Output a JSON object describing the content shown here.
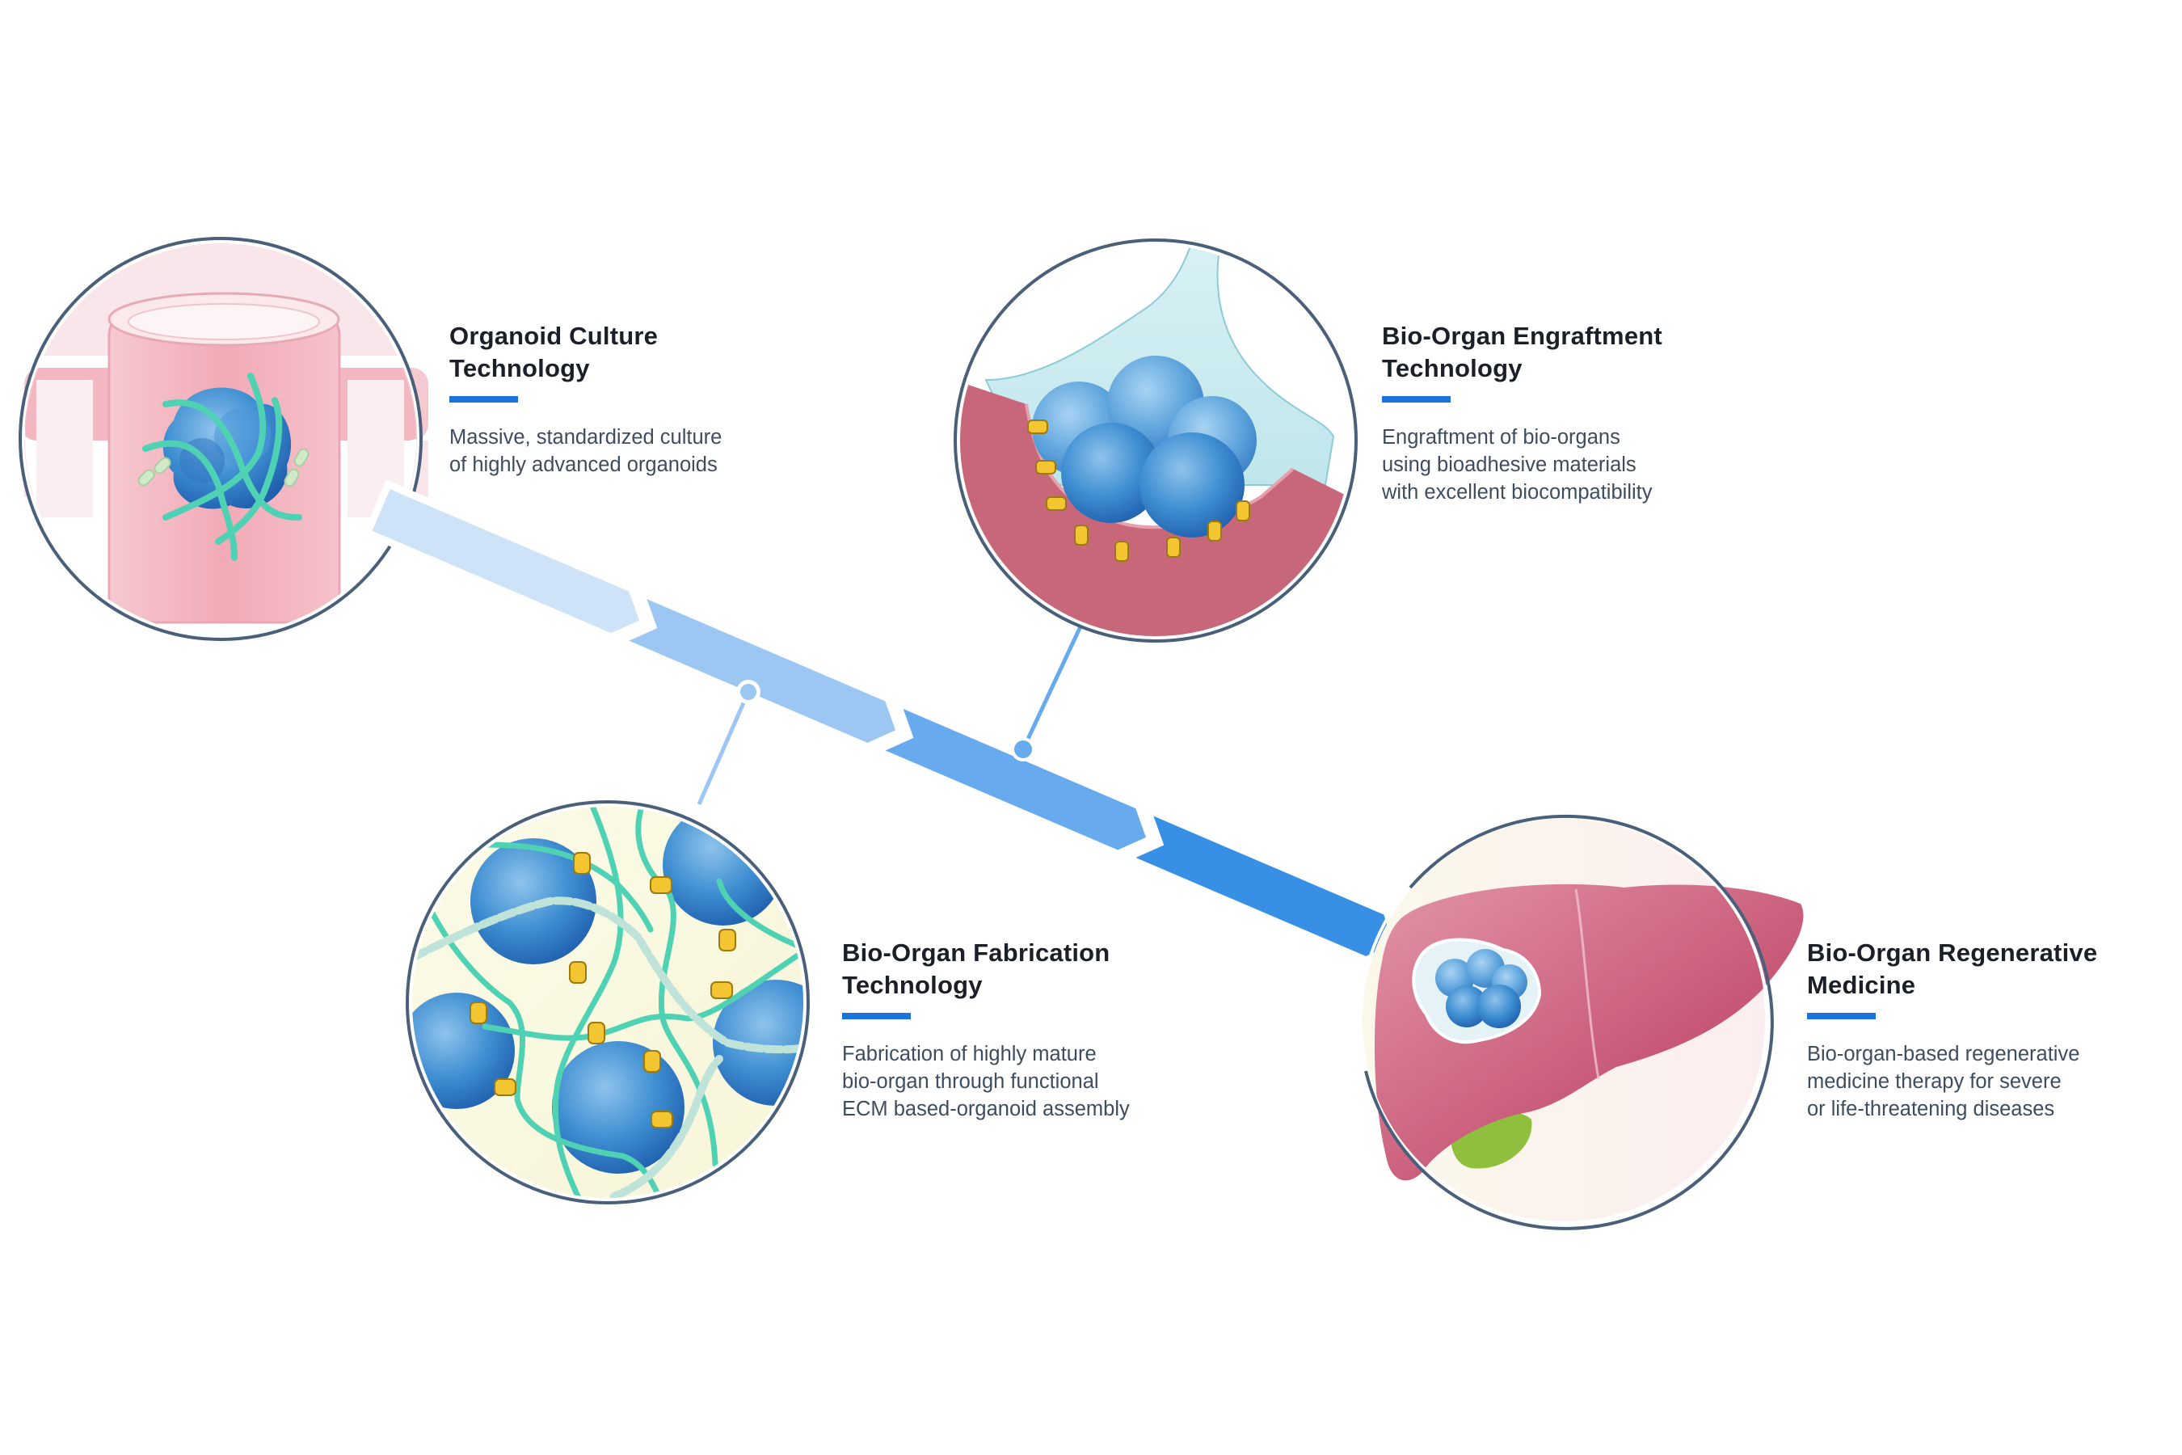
{
  "diagram": {
    "flow_direction": "top-left to bottom-right",
    "arrow_segment_colors": [
      "#cfe3f8",
      "#9cc7f3",
      "#68aaee",
      "#378fe6"
    ],
    "accent_color": "#1a73d9",
    "circle_border_color": "#4a5f7a"
  },
  "steps": [
    {
      "id": "organoid-culture",
      "title_lines": [
        "Organoid Culture",
        "Technology"
      ],
      "description_lines": [
        "Massive, standardized culture",
        "of highly advanced organoids"
      ],
      "illustration": "organoid-in-culture-well"
    },
    {
      "id": "bio-organ-fabrication",
      "title_lines": [
        "Bio-Organ Fabrication",
        "Technology"
      ],
      "description_lines": [
        "Fabrication of highly mature",
        "bio-organ through functional",
        "ECM based-organoid assembly"
      ],
      "illustration": "organoids-in-ecm-network"
    },
    {
      "id": "bio-organ-engraftment",
      "title_lines": [
        "Bio-Organ Engraftment",
        "Technology"
      ],
      "description_lines": [
        "Engraftment of bio-organs",
        "using bioadhesive materials",
        "with excellent biocompatibility"
      ],
      "illustration": "bio-organ-attached-to-tissue"
    },
    {
      "id": "bio-organ-regenerative-medicine",
      "title_lines": [
        "Bio-Organ Regenerative",
        "Medicine"
      ],
      "description_lines": [
        "Bio-organ-based regenerative",
        "medicine therapy for severe",
        "or life-threatening diseases"
      ],
      "illustration": "liver-with-engrafted-organoid"
    }
  ]
}
